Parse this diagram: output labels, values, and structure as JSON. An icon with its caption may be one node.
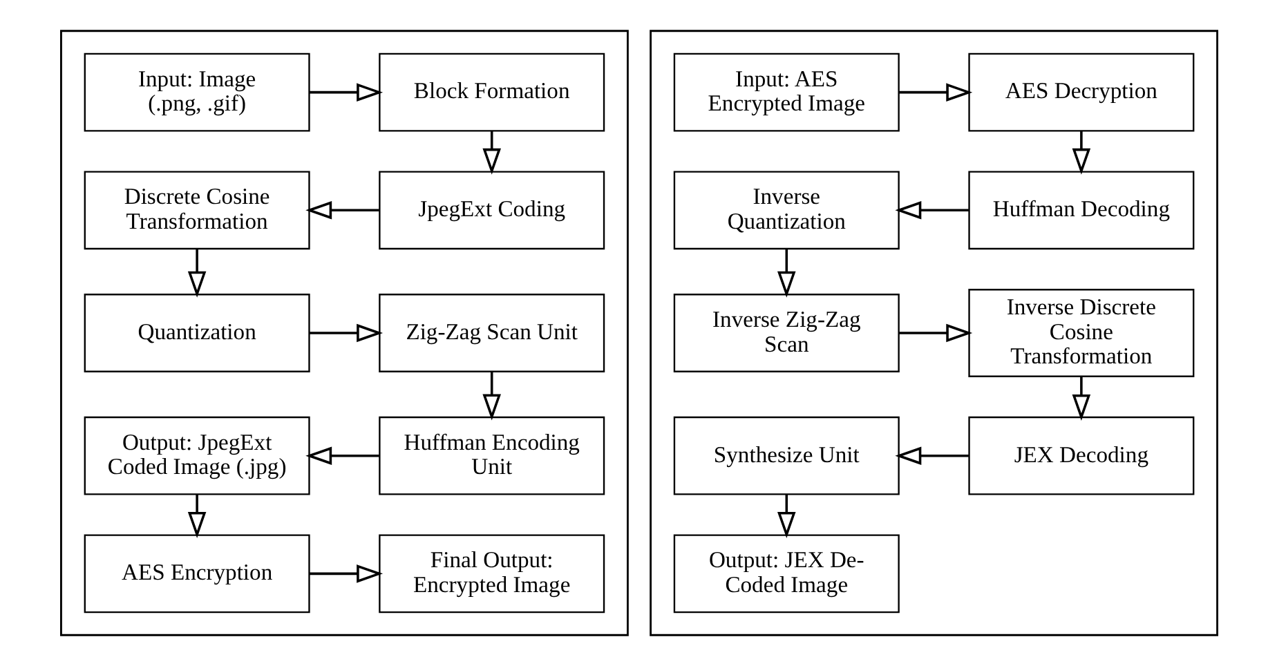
{
  "diagram": {
    "nodes": [
      {
        "text": [],
        "shape": "box"
      },
      {
        "text": [
          "Input: Image (.png, .gif)"
        ],
        "in": 0
      },
      {
        "text": [
          "Block Formation"
        ],
        "in": 0
      },
      {
        "text": [
          "JpegExt Coding"
        ],
        "in": 0
      },
      {
        "text": [
          "Discrete Cosine Transformation"
        ],
        "in": 0
      },
      {
        "text": [
          "Quantization"
        ],
        "in": 0
      },
      {
        "text": [
          "Zig-Zag Scan Unit"
        ],
        "in": 0
      },
      {
        "text": [
          "Huffman Encoding Unit"
        ],
        "in": 0
      },
      {
        "text": [
          "Output: JpegExt Coded Image (.jpg)"
        ],
        "in": 0
      },
      {
        "text": [
          "AES Encryption"
        ],
        "in": 0
      },
      {
        "text": [
          "Final Output: Encrypted Image"
        ],
        "in": 0
      },
      {
        "text": [],
        "shape": "box"
      },
      {
        "text": [
          "Input: AES Encrypted Image"
        ],
        "in": 11
      },
      {
        "text": [
          "AES Decryption"
        ],
        "in": 11
      },
      {
        "text": [
          "Huffman Decoding"
        ],
        "in": 11
      },
      {
        "text": [
          "Inverse Quantization"
        ],
        "in": 11
      },
      {
        "text": [
          "Inverse Zig-Zag Scan"
        ],
        "in": 11
      },
      {
        "text": [
          "Inverse Discrete Cosine Transformation"
        ],
        "in": 11
      },
      {
        "text": [
          "JEX Decoding"
        ],
        "in": 11
      },
      {
        "text": [
          "Synthesize Unit"
        ],
        "in": 11
      },
      {
        "text": [
          "Output: JEX De-Coded Image"
        ],
        "in": 11
      }
    ],
    "edges": [
      {
        "from": 1,
        "to": 2,
        "arrow": "to"
      },
      {
        "from": 2,
        "to": 3,
        "arrow": "to"
      },
      {
        "from": 3,
        "to": 4,
        "arrow": "to"
      },
      {
        "from": 4,
        "to": 5,
        "arrow": "to"
      },
      {
        "from": 5,
        "to": 6,
        "arrow": "to"
      },
      {
        "from": 6,
        "to": 7,
        "arrow": "to"
      },
      {
        "from": 7,
        "to": 8,
        "arrow": "to"
      },
      {
        "from": 8,
        "to": 9,
        "arrow": "to"
      },
      {
        "from": 9,
        "to": 10,
        "arrow": "to"
      },
      {
        "from": 12,
        "to": 13,
        "arrow": "to"
      },
      {
        "from": 13,
        "to": 14,
        "arrow": "to"
      },
      {
        "from": 14,
        "to": 15,
        "arrow": "to"
      },
      {
        "from": 15,
        "to": 16,
        "arrow": "to"
      },
      {
        "from": 16,
        "to": 17,
        "arrow": "to"
      },
      {
        "from": 17,
        "to": 18,
        "arrow": "to"
      },
      {
        "from": 18,
        "to": 19,
        "arrow": "to"
      },
      {
        "from": 19,
        "to": 20,
        "arrow": "to"
      }
    ]
  }
}
